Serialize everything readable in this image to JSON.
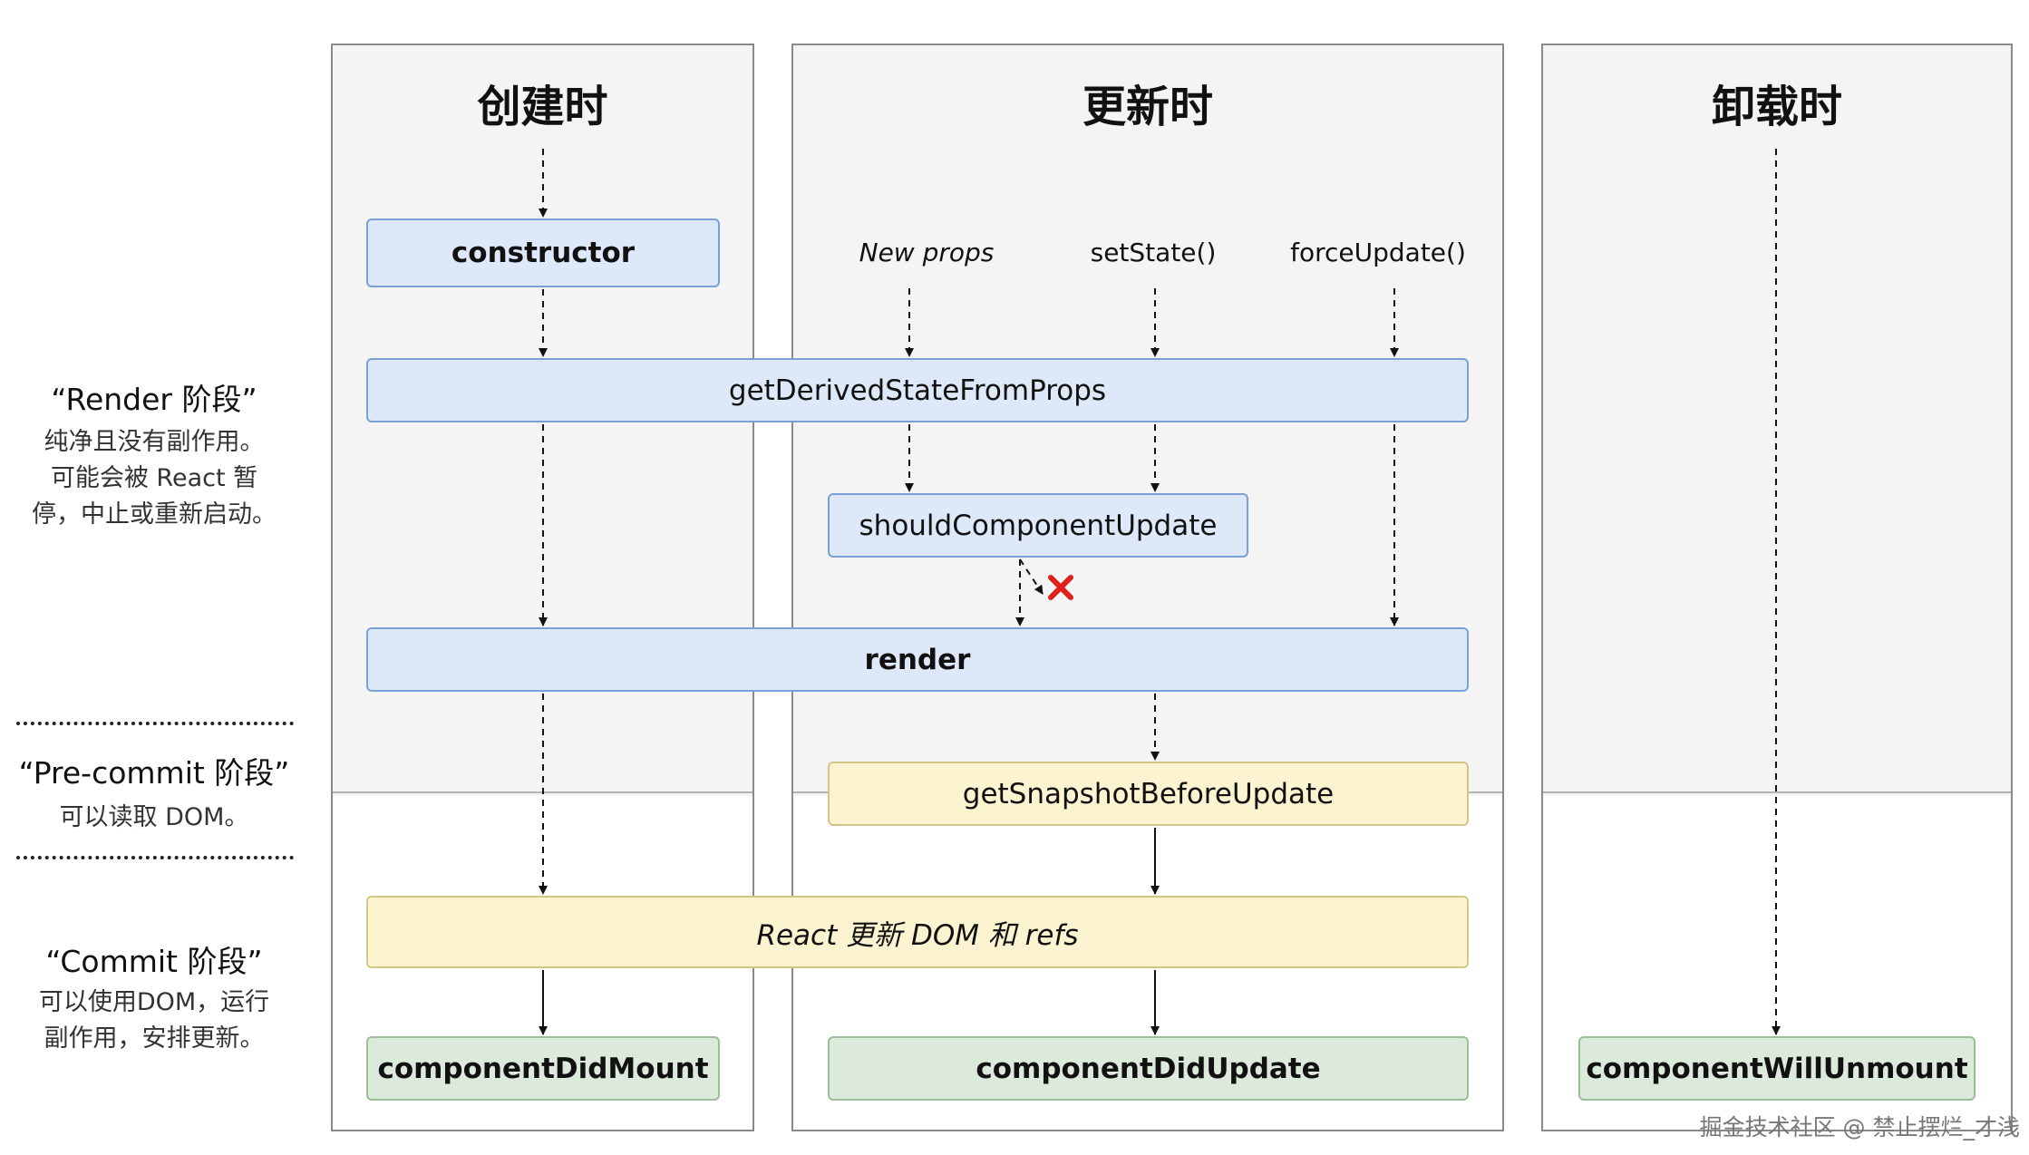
{
  "columns": {
    "create": {
      "title": "创建时"
    },
    "update": {
      "title": "更新时"
    },
    "unmount": {
      "title": "卸载时"
    }
  },
  "triggers": {
    "new_props": "New props",
    "set_state": "setState()",
    "force_update": "forceUpdate()"
  },
  "boxes": {
    "constructor": "constructor",
    "get_derived_state": "getDerivedStateFromProps",
    "should_component_update": "shouldComponentUpdate",
    "render": "render",
    "get_snapshot": "getSnapshotBeforeUpdate",
    "react_update_dom": "React 更新 DOM 和 refs",
    "component_did_mount": "componentDidMount",
    "component_did_update": "componentDidUpdate",
    "component_will_unmount": "componentWillUnmount"
  },
  "phases": {
    "render": {
      "title": "“Render 阶段”",
      "desc_lines": [
        "纯净且没有副作用。",
        "可能会被 React 暂",
        "停，中止或重新启动。"
      ]
    },
    "precommit": {
      "title": "“Pre-commit 阶段”",
      "desc_lines": [
        "可以读取 DOM。"
      ]
    },
    "commit": {
      "title": "“Commit 阶段”",
      "desc_lines": [
        "可以使用DOM，运行",
        "副作用，安排更新。"
      ]
    }
  },
  "icons": {
    "blocked": "cross-icon"
  },
  "colors": {
    "render_box": "#dde9f8",
    "snapshot_box": "#fcf3d1",
    "commit_box": "#dceadb",
    "cross": "#e0201b"
  },
  "watermark": "掘金技术社区 @ 禁止摆烂_才浅"
}
